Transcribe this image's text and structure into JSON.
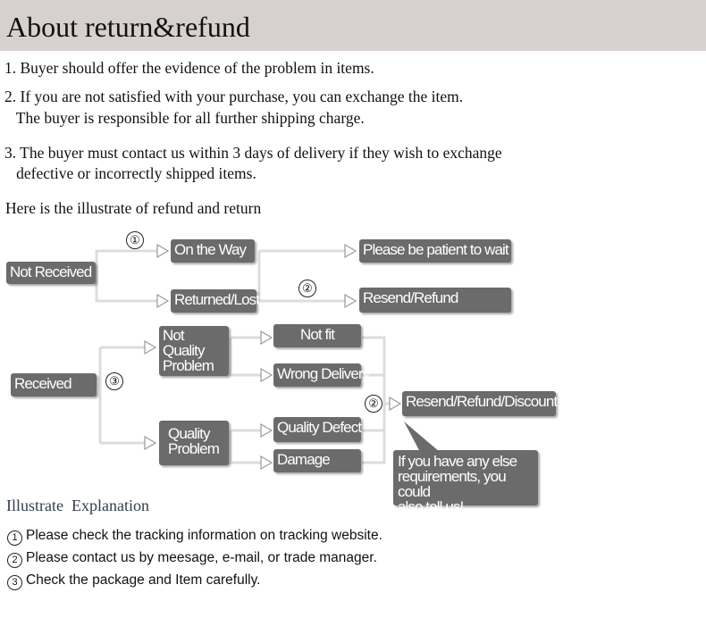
{
  "header": {
    "title": "About return&refund"
  },
  "rules": [
    [
      "1. Buyer should offer the evidence of the problem in items."
    ],
    [
      "2. If you are not satisfied with your purchase, you can exchange the item.",
      "   The buyer is responsible for all further shipping charge."
    ],
    [
      "3. The buyer must contact us within 3 days of delivery if they wish to exchange",
      "   defective or incorrectly shipped items."
    ]
  ],
  "intro": "Here is the illustrate of refund and return",
  "diagram": {
    "not_received": "Not Received",
    "on_the_way": "On the Way",
    "returned_lost": "Returned/Lost",
    "please_wait": "Please be patient to wait",
    "resend_refund": "Resend/Refund",
    "received": "Received",
    "not_quality": [
      "Not",
      "Quality",
      "Problem"
    ],
    "quality": [
      "Quality",
      "Problem"
    ],
    "not_fit": "Not fit",
    "wrong_delivery": "Wrong Delivery",
    "quality_defect": "Quality Defect",
    "damage": "Damage",
    "resend_refund_discount": "Resend/Refund/Discount",
    "bubble": [
      "If you have any else",
      "requirements, you could",
      "also tell us!"
    ],
    "marker_1": "①",
    "marker_2a": "②",
    "marker_2b": "②",
    "marker_3": "③"
  },
  "explanation": {
    "heading": "Illustrate  Explanation",
    "notes": [
      {
        "mark": "1",
        "text": "Please check the tracking information on tracking website."
      },
      {
        "mark": "2",
        "text": "Please contact us by meesage, e-mail, or trade manager."
      },
      {
        "mark": "3",
        "text": "Check the package and Item carefully."
      }
    ]
  },
  "colors": {
    "header_bg": "#d6d0cf",
    "box": "#6b6b6b",
    "heading_text": "#333c48"
  }
}
